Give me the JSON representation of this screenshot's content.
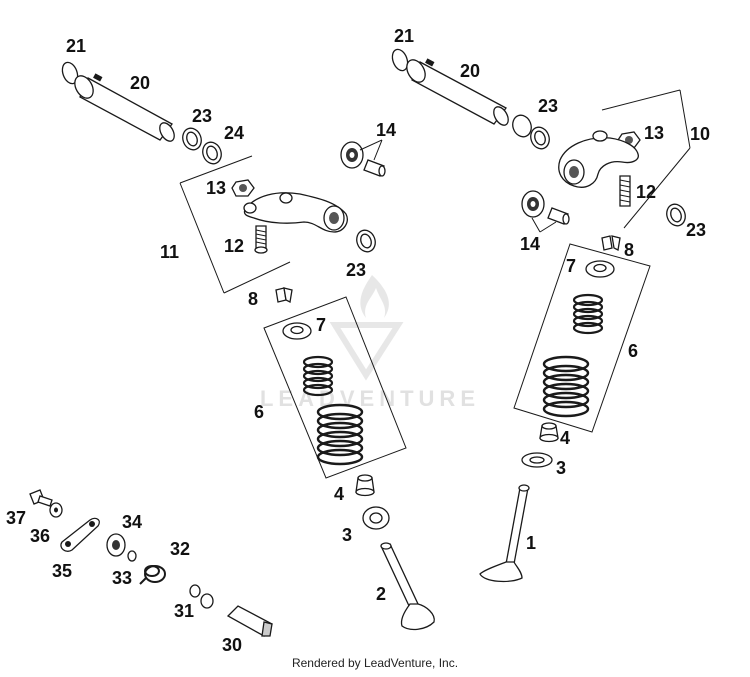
{
  "footer": {
    "text": "Rendered by LeadVenture, Inc."
  },
  "watermark": {
    "text": "LEADVENTURE"
  },
  "labels": {
    "l21": "21",
    "l20": "20",
    "l23": "23",
    "l24": "24",
    "l14": "14",
    "l13": "13",
    "l11": "11",
    "l12": "12",
    "l8": "8",
    "l7": "7",
    "l6": "6",
    "l4": "4",
    "l3": "3",
    "l2": "2",
    "l1": "1",
    "l10": "10",
    "l37": "37",
    "l36": "36",
    "l35": "35",
    "l34": "34",
    "l33": "33",
    "l32": "32",
    "l31": "31",
    "l30": "30"
  },
  "colors": {
    "line": "#1a1a1a",
    "fill": "#ffffff",
    "shade": "#9a9a9a",
    "watermark": "#c9c9c9"
  }
}
